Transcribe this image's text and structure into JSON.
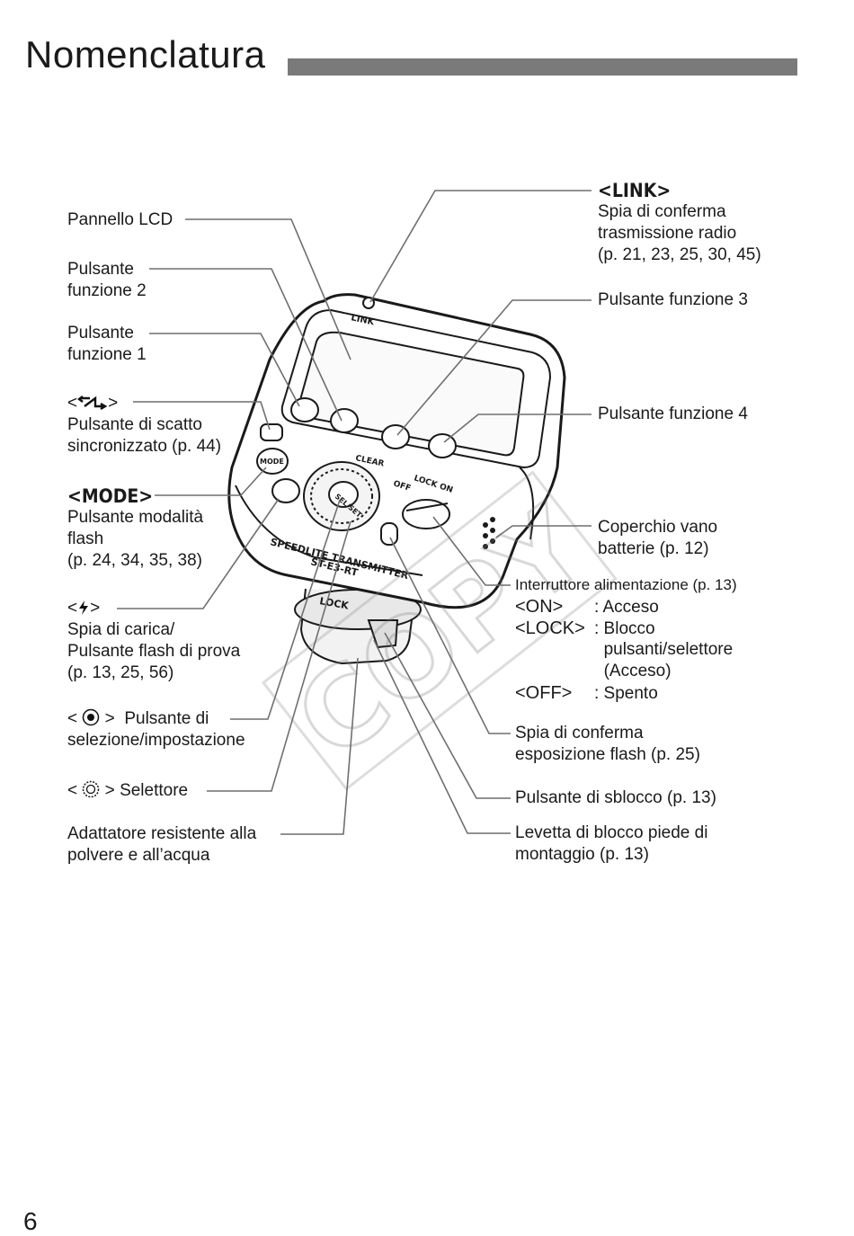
{
  "page": {
    "title": "Nomenclatura",
    "page_number": "6"
  },
  "watermark": "COPY",
  "device": {
    "link_text": "LINK",
    "clear_text": "CLEAR",
    "mode_text": "MODE",
    "set_text": "SEL/SET",
    "lockon_text": "LOCK ON",
    "off_text": "OFF",
    "lock_text": "LOCK",
    "brand_text": "SPEEDLITE TRANSMITTER",
    "model_text": "ST-E3-RT"
  },
  "left_labels": {
    "lcd": "Pannello LCD",
    "f2": [
      "Pulsante",
      "funzione 2"
    ],
    "f1": [
      "Pulsante",
      "funzione 1"
    ],
    "sync": {
      "prefix": "<",
      "suffix": ">",
      "lines": [
        "Pulsante di scatto",
        "sincronizzato (p. 44)"
      ]
    },
    "mode": {
      "key": "<MODE>",
      "lines": [
        "Pulsante modalità",
        "flash",
        "(p. 24, 34, 35, 38)"
      ]
    },
    "charge": {
      "prefix": "<",
      "suffix": ">",
      "lines": [
        "Spia di carica/",
        "Pulsante flash di prova",
        "(p. 13, 25, 56)"
      ]
    },
    "select": {
      "prefix": "<",
      "suffix": ">",
      "text": "Pulsante di",
      "line2": "selezione/impostazione"
    },
    "dial": {
      "prefix": "<",
      "suffix": ">",
      "text": "Selettore"
    },
    "adapter": [
      "Adattatore resistente alla",
      "polvere e all’acqua"
    ]
  },
  "right_labels": {
    "link": {
      "key": "<LINK>",
      "lines": [
        "Spia di conferma",
        "trasmissione radio",
        "(p. 21, 23, 25, 30, 45)"
      ]
    },
    "f3": "Pulsante funzione 3",
    "f4": "Pulsante funzione 4",
    "battery": [
      "Coperchio vano",
      "batterie (p. 12)"
    ],
    "power": {
      "title": "Interruttore alimentazione (p. 13)",
      "on_key": "<ON>",
      "on_val": ": Acceso",
      "lock_key": "<LOCK>",
      "lock_val": ": Blocco",
      "lock_val2": "pulsanti/selettore",
      "lock_val3": "(Acceso)",
      "off_key": "<OFF>",
      "off_val": ": Spento"
    },
    "exposure": [
      "Spia di conferma",
      "esposizione flash (p. 25)"
    ],
    "release": "Pulsante di sblocco (p. 13)",
    "foot": [
      "Levetta di blocco piede di",
      "montaggio (p. 13)"
    ]
  }
}
